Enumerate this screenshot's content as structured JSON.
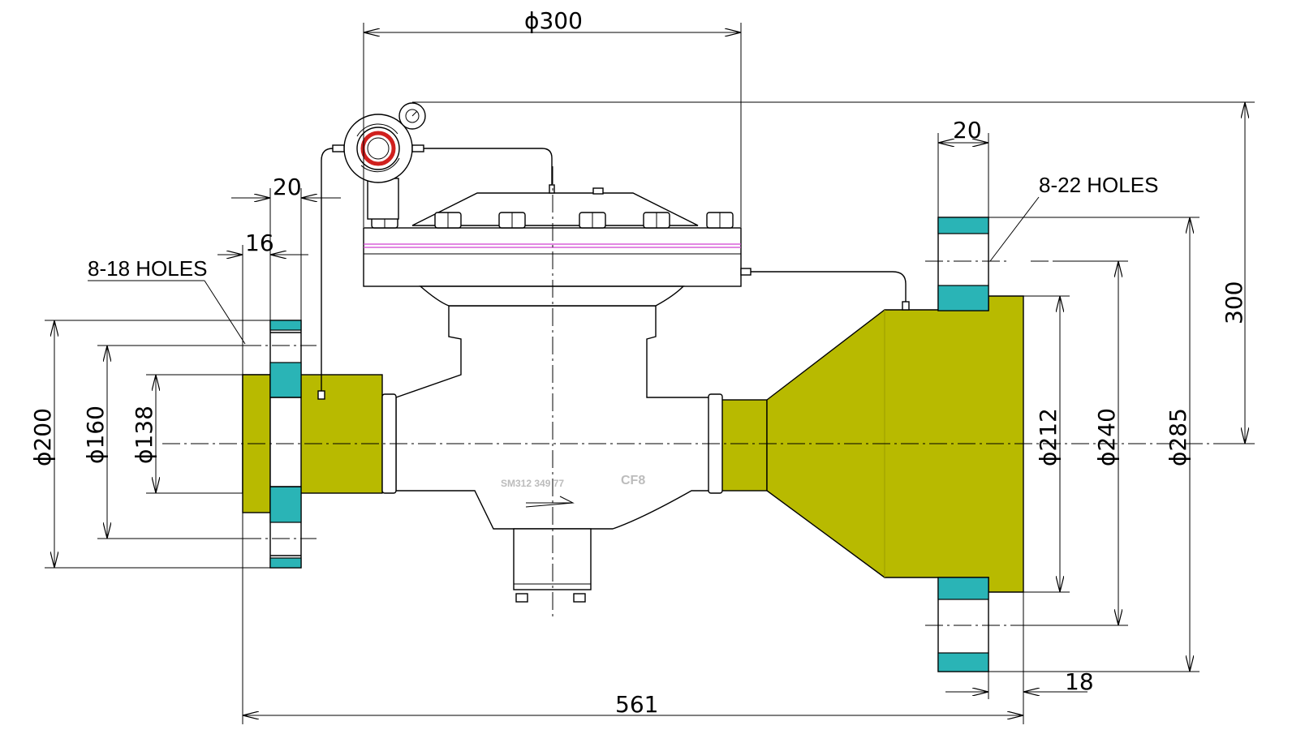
{
  "colors": {
    "steel": "#b8ba00",
    "teal": "#2ab4b6",
    "gauge_ring": "#d0201e",
    "gasket": "#d040d0"
  },
  "dimensions": {
    "top_diameter": "ϕ300",
    "left_flange_thickness": "20",
    "left_flange_inner": "16",
    "left_holes": "8-18 HOLES",
    "left_d200": "ϕ200",
    "left_d160": "ϕ160",
    "left_d138": "ϕ138",
    "right_flange_thickness": "20",
    "right_holes": "8-22 HOLES",
    "right_d212": "ϕ212",
    "right_d240": "ϕ240",
    "right_d285": "ϕ285",
    "height": "300",
    "right_bottom": "18",
    "overall_length": "561"
  },
  "body_marks": {
    "code": "SM312 349 77",
    "material": "CF8"
  }
}
